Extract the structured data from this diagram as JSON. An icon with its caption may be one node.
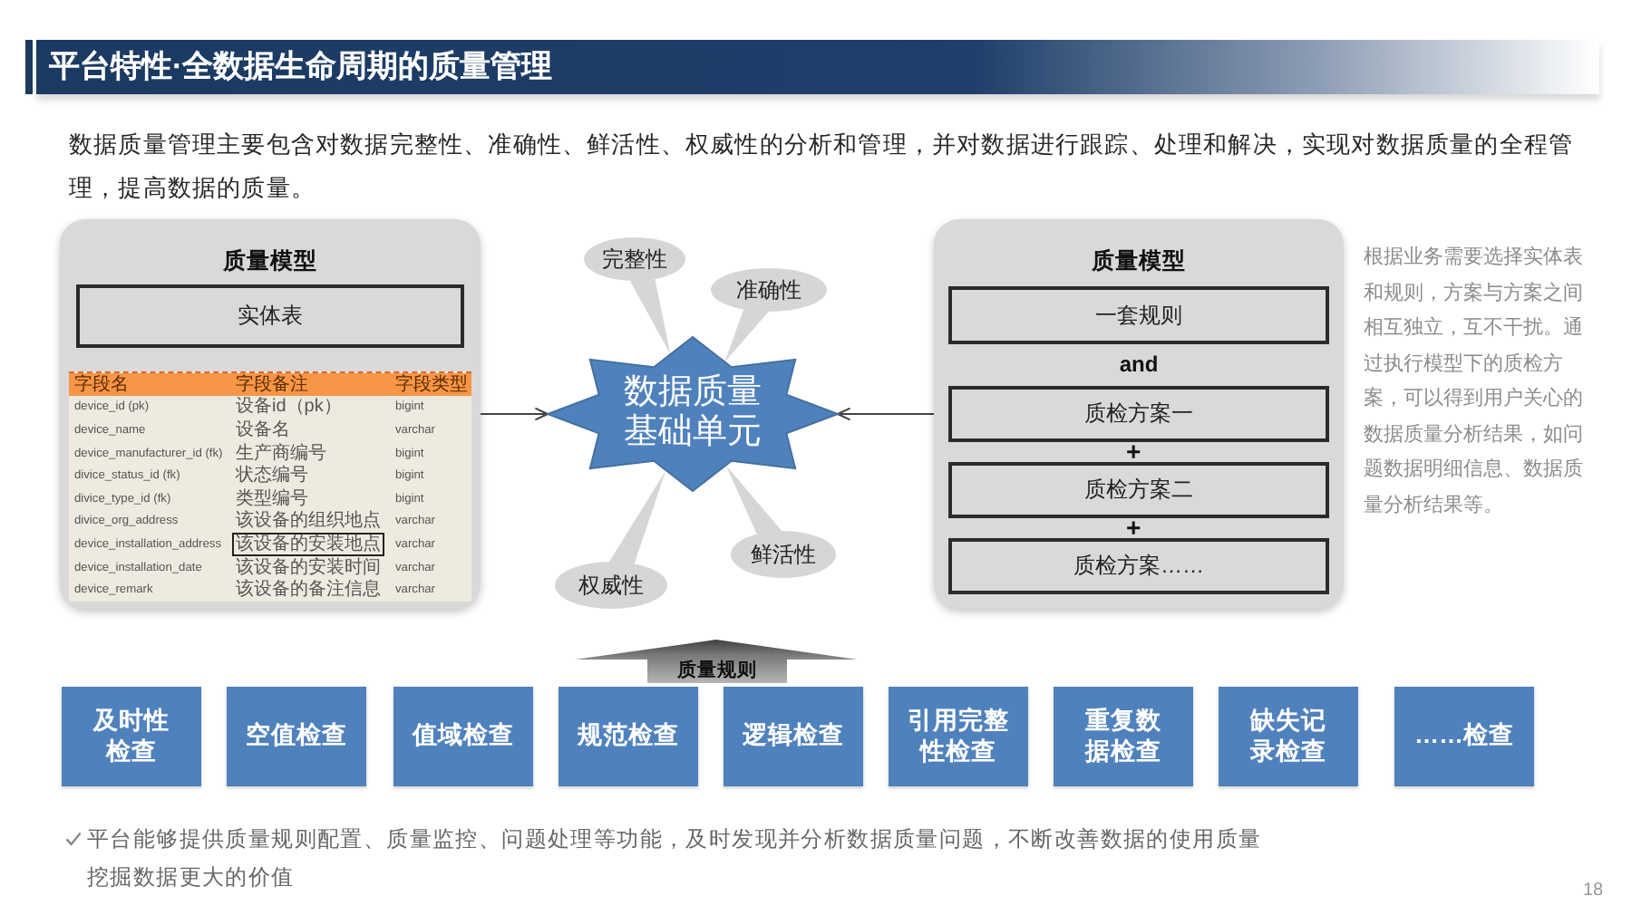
{
  "diagram": {
    "title": "平台特性·全数据生命周期的质量管理",
    "nodes": [
      {
        "text": [
          "质量模型"
        ]
      },
      {
        "text": [
          "实体表"
        ],
        "in": 0
      },
      {
        "text": [
          "完整性"
        ]
      },
      {
        "text": [
          "准确性"
        ]
      },
      {
        "text": [
          "数据质量基础单元"
        ]
      },
      {
        "text": [
          "鲜活性"
        ]
      },
      {
        "text": [
          "权威性"
        ]
      },
      {
        "text": [
          "质量模型"
        ]
      },
      {
        "text": [
          "一套规则"
        ],
        "in": 7
      },
      {
        "text": [
          "质检方案一"
        ],
        "in": 7
      },
      {
        "text": [
          "质检方案二"
        ],
        "in": 7
      },
      {
        "text": [
          "质检方案……"
        ],
        "in": 7
      },
      {
        "text": [
          "质量规则"
        ]
      },
      {
        "text": [
          "及时性检查"
        ]
      },
      {
        "text": [
          "空值检查"
        ]
      },
      {
        "text": [
          "值域检查"
        ]
      },
      {
        "text": [
          "规范检查"
        ]
      },
      {
        "text": [
          "逻辑检查"
        ]
      },
      {
        "text": [
          "引用完整性检查"
        ]
      },
      {
        "text": [
          "重复数据检查"
        ]
      },
      {
        "text": [
          "缺失记录检查"
        ]
      },
      {
        "text": [
          "……检查"
        ]
      }
    ],
    "edges": [
      {
        "from": 0,
        "to": 4,
        "arrow": "to"
      },
      {
        "from": 7,
        "to": 4,
        "arrow": "to"
      },
      {
        "from": 2,
        "to": 4,
        "arrow": "none",
        "style": "thick",
        "color": "#d6d6d6"
      },
      {
        "from": 3,
        "to": 4,
        "arrow": "none",
        "style": "thick",
        "color": "#d6d6d6"
      },
      {
        "from": 5,
        "to": 4,
        "arrow": "none",
        "style": "thick",
        "color": "#d6d6d6"
      },
      {
        "from": 6,
        "to": 4,
        "arrow": "none",
        "style": "thick",
        "color": "#d6d6d6"
      }
    ],
    "labels": [
      "数据质量管理主要包含对数据完整性、准确性、鲜活性、权威性的分析和管理，并对数据进行跟踪、处理和解决，实现对数据质量的全程管理，提高数据的质量。",
      "字段名",
      "字段备注",
      "字段类型",
      "device_id (pk)",
      "设备id（pk）",
      "bigint",
      "device_name",
      "设备名",
      "varchar",
      "device_manufacturer_id (fk)",
      "生产商编号",
      "bigint",
      "divice_status_id (fk)",
      "状态编号",
      "bigint",
      "divice_type_id (fk)",
      "类型编号",
      "bigint",
      "divice_org_address",
      "该设备的组织地点",
      "varchar",
      "device_installation_address",
      "该设备的安装地点",
      "varchar",
      "device_installation_date",
      "该设备的安装时间",
      "varchar",
      "device_remark",
      "该设备的备注信息",
      "varchar",
      "and",
      "+",
      "+",
      "根据业务需要选择实体表和规则，方案与方案之间相互独立，互不干扰。通过执行模型下的质检方案，可以得到用户关心的数据质量分析结果，如问题数据明细信息、数据质量分析结果等。",
      "平台能够提供质量规则配置、质量监控、问题处理等功能，及时发现并分析数据质量问题，不断改善数据的使用质量",
      "挖掘数据更大的价值",
      "18"
    ]
  }
}
